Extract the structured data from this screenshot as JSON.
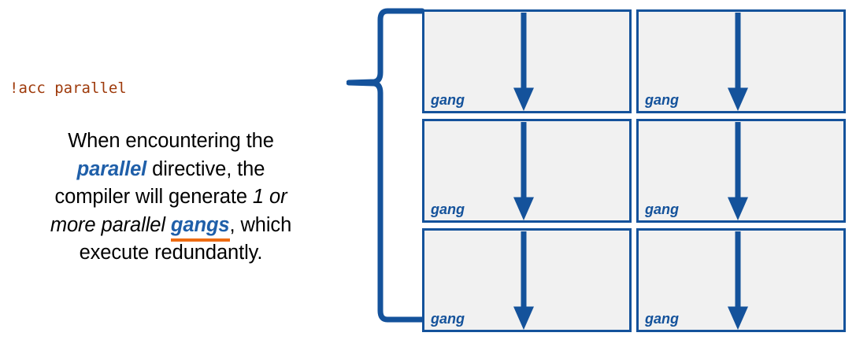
{
  "slide": {
    "background_color": "#FFFFFF",
    "accent_blue": "#14529B",
    "text_blue": "#1F5FA9",
    "accent_orange": "#ED6B11",
    "code_color": "#9E3A0B",
    "box_fill": "#F1F1F1"
  },
  "left": {
    "code_snippet": "!acc parallel",
    "description": {
      "part1": "When encountering the ",
      "keyword_parallel": "parallel",
      "part2": " directive, the compiler will generate ",
      "emphasis_count": "1 or more parallel ",
      "keyword_gangs": "gangs",
      "part3": ", which execute redundantly."
    }
  },
  "brace": {
    "icon": "left-curly-brace",
    "color": "#14529B",
    "orientation": "left"
  },
  "gang_grid": {
    "rows": 3,
    "columns": 2,
    "arrow_icon": "down-arrow",
    "boxes": [
      {
        "label": "gang"
      },
      {
        "label": "gang"
      },
      {
        "label": "gang"
      },
      {
        "label": "gang"
      },
      {
        "label": "gang"
      },
      {
        "label": "gang"
      }
    ]
  }
}
